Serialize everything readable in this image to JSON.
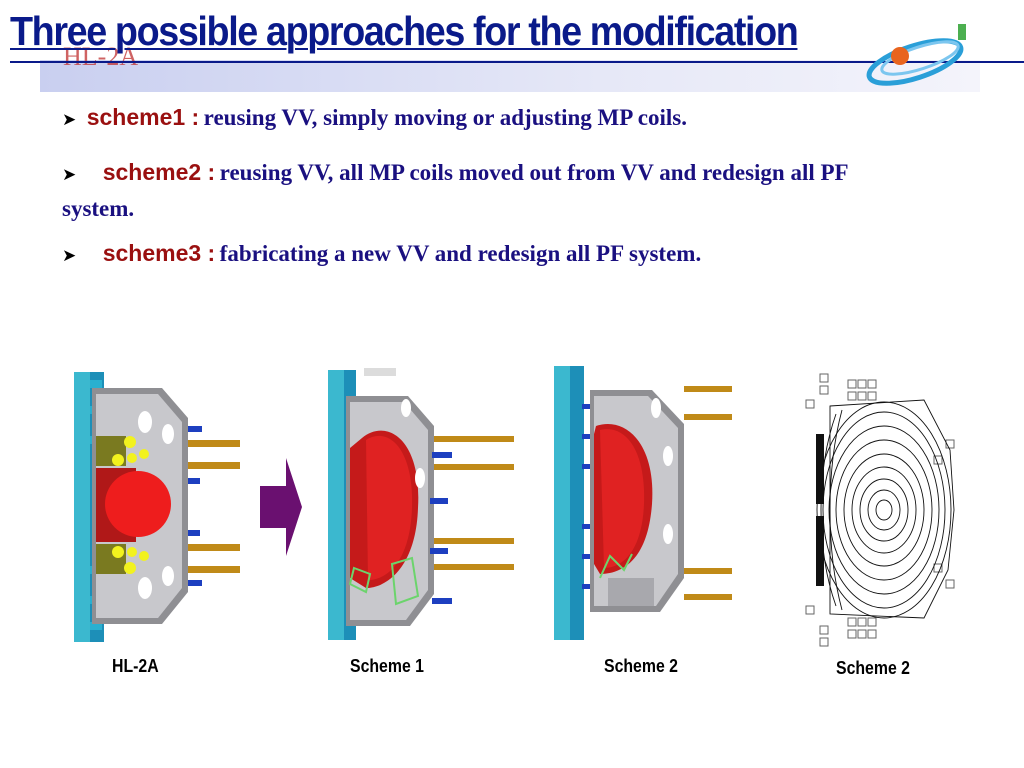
{
  "title": "Three possible  approaches  for the modification",
  "watermark": "HL-2A",
  "colors": {
    "title": "#0a1a8a",
    "scheme_name": "#9a1010",
    "body_text": "#1a1080",
    "plasma": "#e41e1e",
    "arrow": "#6a1070"
  },
  "bullets": [
    {
      "name": "scheme1 :",
      "text": "reusing VV, simply moving or adjusting MP coils."
    },
    {
      "name": "scheme2 :",
      "text": "reusing VV, all MP coils moved out from VV and redesign all  PF  system."
    },
    {
      "name": "scheme3 :",
      "text": "fabricating a new VV  and redesign all PF  system."
    }
  ],
  "icons": {
    "bullet": "right-triangle-bullet-icon",
    "flow": "right-arrow-icon",
    "logo": "orbit-logo-icon"
  },
  "captions": [
    "HL-2A",
    "Scheme 1",
    "Scheme 2",
    "Scheme 2"
  ]
}
